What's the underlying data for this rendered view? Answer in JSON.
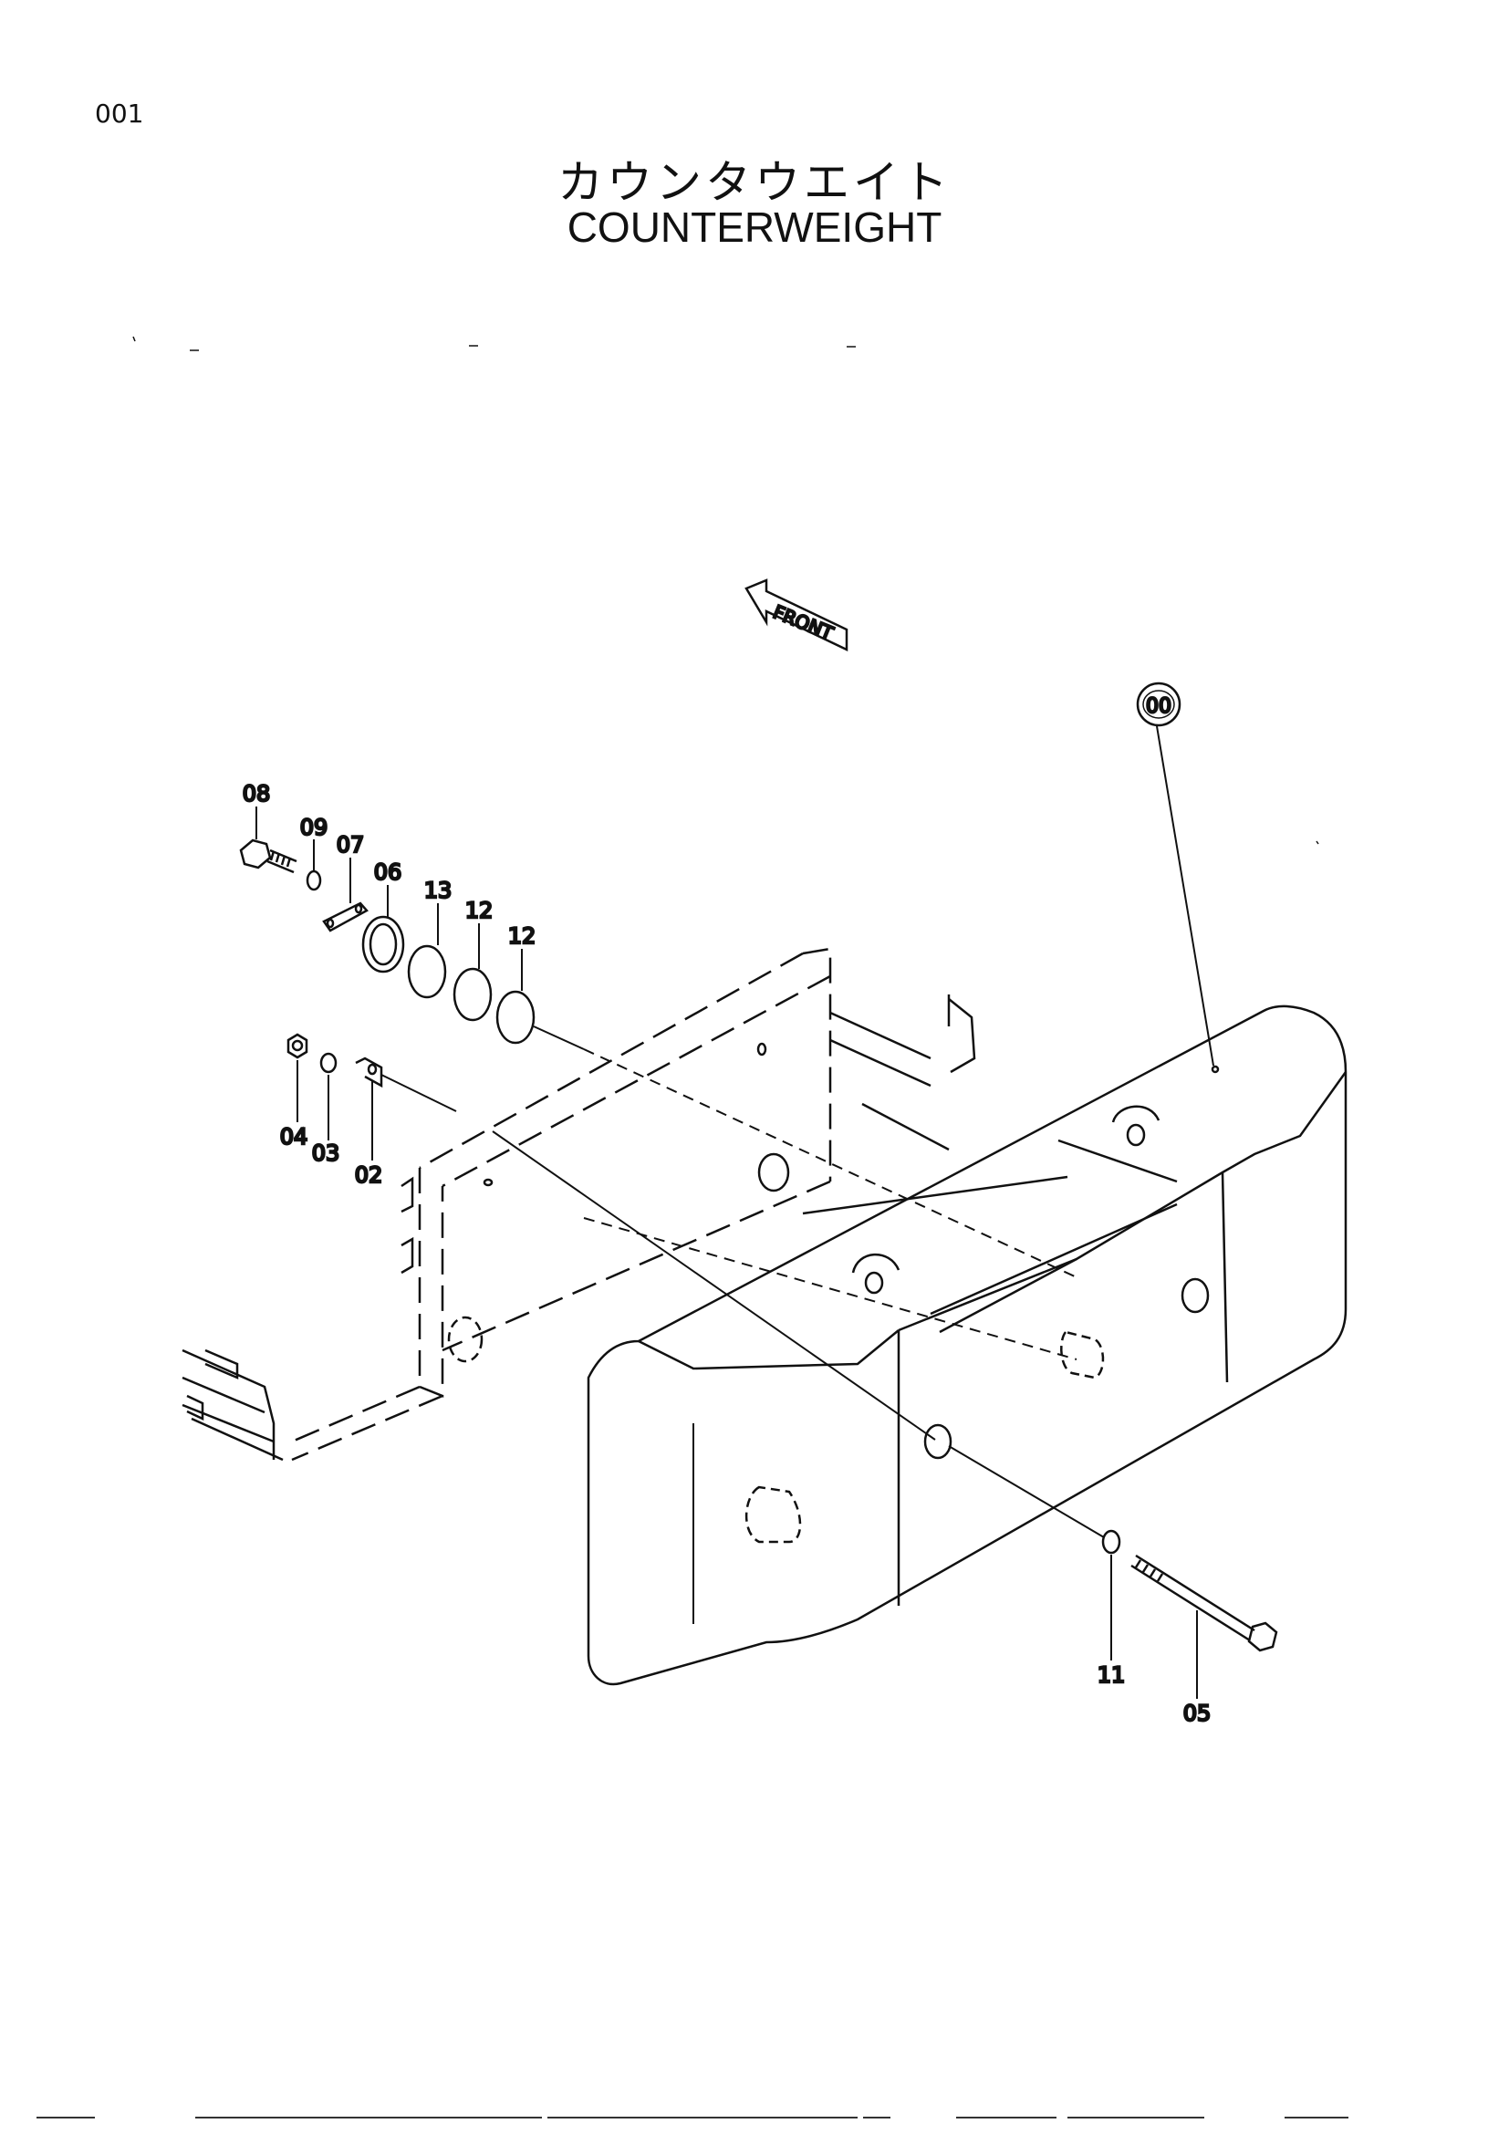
{
  "page": {
    "number": "001"
  },
  "title": {
    "japanese": "カウンタウエイト",
    "english": "COUNTERWEIGHT"
  },
  "direction_marker": {
    "label": "FRONT"
  },
  "callouts": [
    {
      "id": "00",
      "label": "00"
    },
    {
      "id": "08",
      "label": "08"
    },
    {
      "id": "09",
      "label": "09"
    },
    {
      "id": "07",
      "label": "07"
    },
    {
      "id": "06",
      "label": "06"
    },
    {
      "id": "13",
      "label": "13"
    },
    {
      "id": "12a",
      "label": "12"
    },
    {
      "id": "12b",
      "label": "12"
    },
    {
      "id": "04",
      "label": "04"
    },
    {
      "id": "03",
      "label": "03"
    },
    {
      "id": "02",
      "label": "02"
    },
    {
      "id": "11",
      "label": "11"
    },
    {
      "id": "05",
      "label": "05"
    }
  ]
}
